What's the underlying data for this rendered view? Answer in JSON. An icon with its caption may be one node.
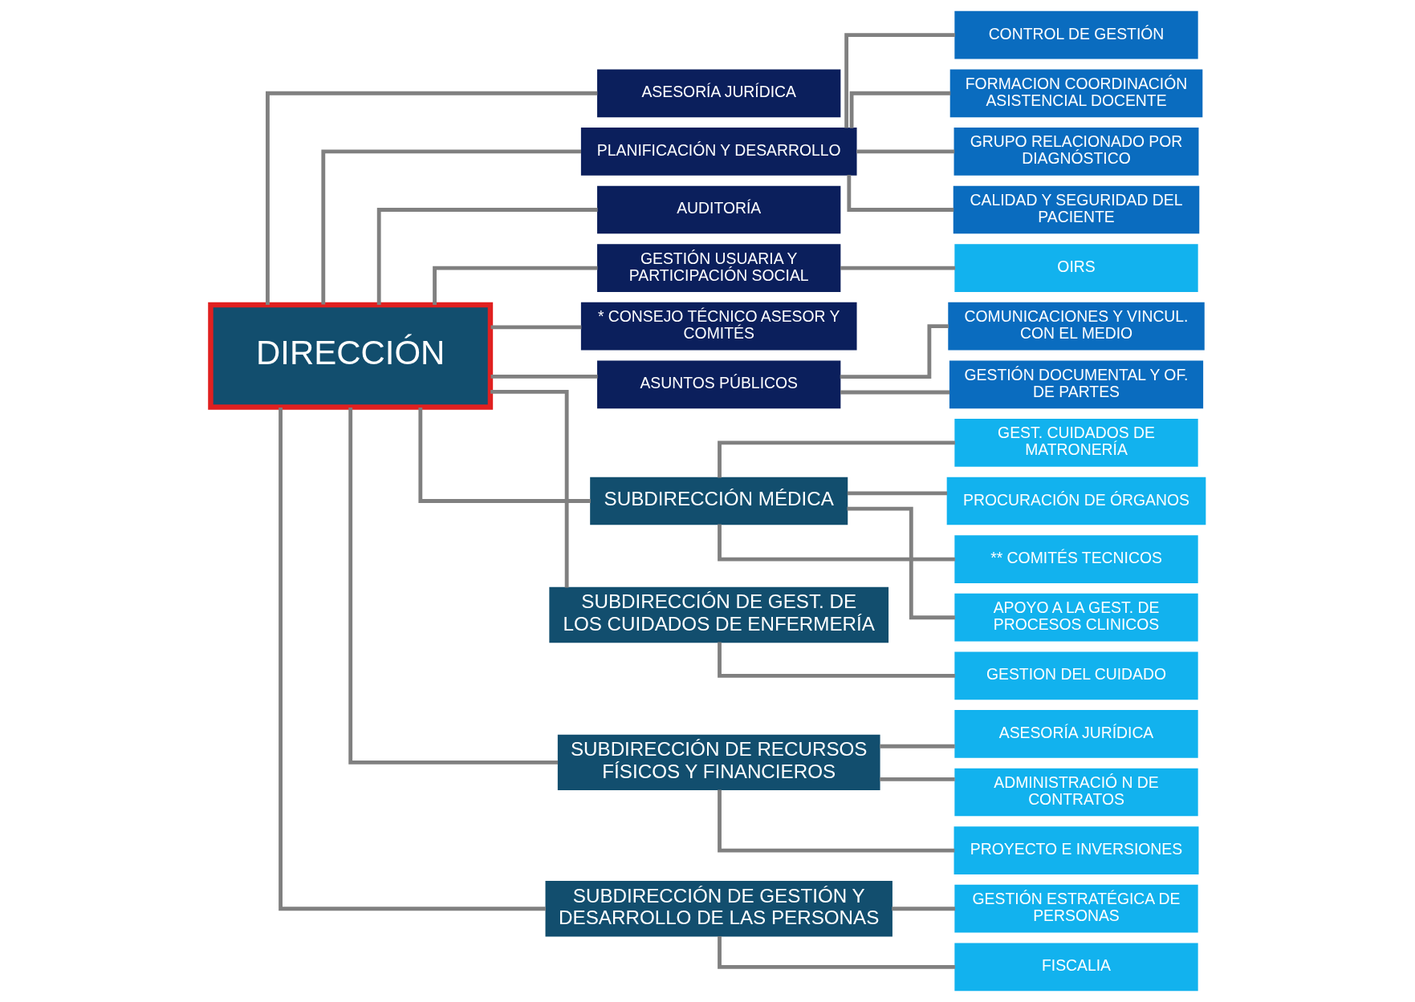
{
  "diagram": {
    "nodes": [
      {
        "text": [
          "DIRECCIÓN"
        ]
      },
      {
        "text": [
          "ASESORÍA JURÍDICA"
        ]
      },
      {
        "text": [
          "PLANIFICACIÓN Y DESARROLLO"
        ]
      },
      {
        "text": [
          "AUDITORÍA"
        ]
      },
      {
        "text": [
          "CONTROL DE GESTIÓN"
        ]
      },
      {
        "text": [
          "FORMACION COORDINACIÓN ASISTENCIAL DOCENTE"
        ]
      },
      {
        "text": [
          "GESTIÓN USUARIA Y PARTICIPACIÓN SOCIAL"
        ]
      },
      {
        "text": [
          "GRUPO RELACIONADO POR DIAGNÓSTICO"
        ]
      },
      {
        "text": [
          "OIRS"
        ]
      },
      {
        "text": [
          "* CONSEJO TÉCNICO ASESOR Y COMITÉS"
        ]
      },
      {
        "text": [
          "CALIDAD Y SEGURIDAD DEL PACIENTE"
        ]
      },
      {
        "text": [
          "ASUNTOS PÚBLICOS"
        ]
      },
      {
        "text": [
          "COMUNICACIONES Y VINCUL. CON EL MEDIO"
        ]
      },
      {
        "text": [
          "GESTIÓN DOCUMENTAL Y OF. DE PARTES"
        ]
      },
      {
        "text": [
          "GEST. CUIDADOS DE MATRONERÍA"
        ]
      },
      {
        "text": [
          "PROCURACIÓN DE ÓRGANOS"
        ]
      },
      {
        "text": [
          "SUBDIRECCIÓN MÉDICA"
        ]
      },
      {
        "text": [
          "** COMITÉS TECNICOS"
        ]
      },
      {
        "text": [
          "APOYO A LA GEST. DE PROCESOS CLINICOS"
        ]
      },
      {
        "text": [
          "GESTION DEL CUIDADO"
        ]
      },
      {
        "text": [
          "SUBDIRECCIÓN DE GEST. DE LOS CUIDADOS DE ENFERMERÍA"
        ]
      },
      {
        "text": [
          "ASESORÍA JURÍDICA"
        ]
      },
      {
        "text": [
          "SUBDIRECCIÓN DE RECURSOS FÍSICOS Y FINANCIEROS"
        ]
      },
      {
        "text": [
          "ADMINISTRACIÓ N DE CONTRATOS"
        ]
      },
      {
        "text": [
          "PROYECTO E INVERSIONES"
        ]
      },
      {
        "text": [
          "GESTIÓN ESTRATÉGICA DE PERSONAS"
        ]
      },
      {
        "text": [
          "SUBDIRECCIÓN DE GESTIÓN Y DESARROLLO DE LAS PERSONAS"
        ]
      },
      {
        "text": [
          "FISCALIA"
        ]
      }
    ],
    "edges": [
      {
        "from": 0,
        "to": 1,
        "arrow": "none"
      },
      {
        "from": 0,
        "to": 2,
        "arrow": "none"
      },
      {
        "from": 0,
        "to": 3,
        "arrow": "none"
      },
      {
        "from": 0,
        "to": 6,
        "arrow": "none"
      },
      {
        "from": 0,
        "to": 9,
        "arrow": "none"
      },
      {
        "from": 0,
        "to": 11,
        "arrow": "none"
      },
      {
        "from": 2,
        "to": 4,
        "arrow": "none"
      },
      {
        "from": 2,
        "to": 5,
        "arrow": "none"
      },
      {
        "from": 2,
        "to": 7,
        "arrow": "none"
      },
      {
        "from": 2,
        "to": 10,
        "arrow": "none"
      },
      {
        "from": 6,
        "to": 8,
        "arrow": "none"
      },
      {
        "from": 11,
        "to": 12,
        "arrow": "none"
      },
      {
        "from": 11,
        "to": 13,
        "arrow": "none"
      },
      {
        "from": 0,
        "to": 16,
        "arrow": "none"
      },
      {
        "from": 0,
        "to": 20,
        "arrow": "none"
      },
      {
        "from": 0,
        "to": 22,
        "arrow": "none"
      },
      {
        "from": 0,
        "to": 26,
        "arrow": "none"
      },
      {
        "from": 16,
        "to": 14,
        "arrow": "none"
      },
      {
        "from": 16,
        "to": 17,
        "arrow": "none"
      },
      {
        "from": 16,
        "to": 15,
        "arrow": "none"
      },
      {
        "from": 16,
        "to": 18,
        "arrow": "none"
      },
      {
        "from": 20,
        "to": 19,
        "arrow": "none"
      },
      {
        "from": 22,
        "to": 21,
        "arrow": "none"
      },
      {
        "from": 22,
        "to": 23,
        "arrow": "none"
      },
      {
        "from": 22,
        "to": 24,
        "arrow": "none"
      },
      {
        "from": 26,
        "to": 25,
        "arrow": "none"
      },
      {
        "from": 26,
        "to": 27,
        "arrow": "none"
      }
    ]
  }
}
